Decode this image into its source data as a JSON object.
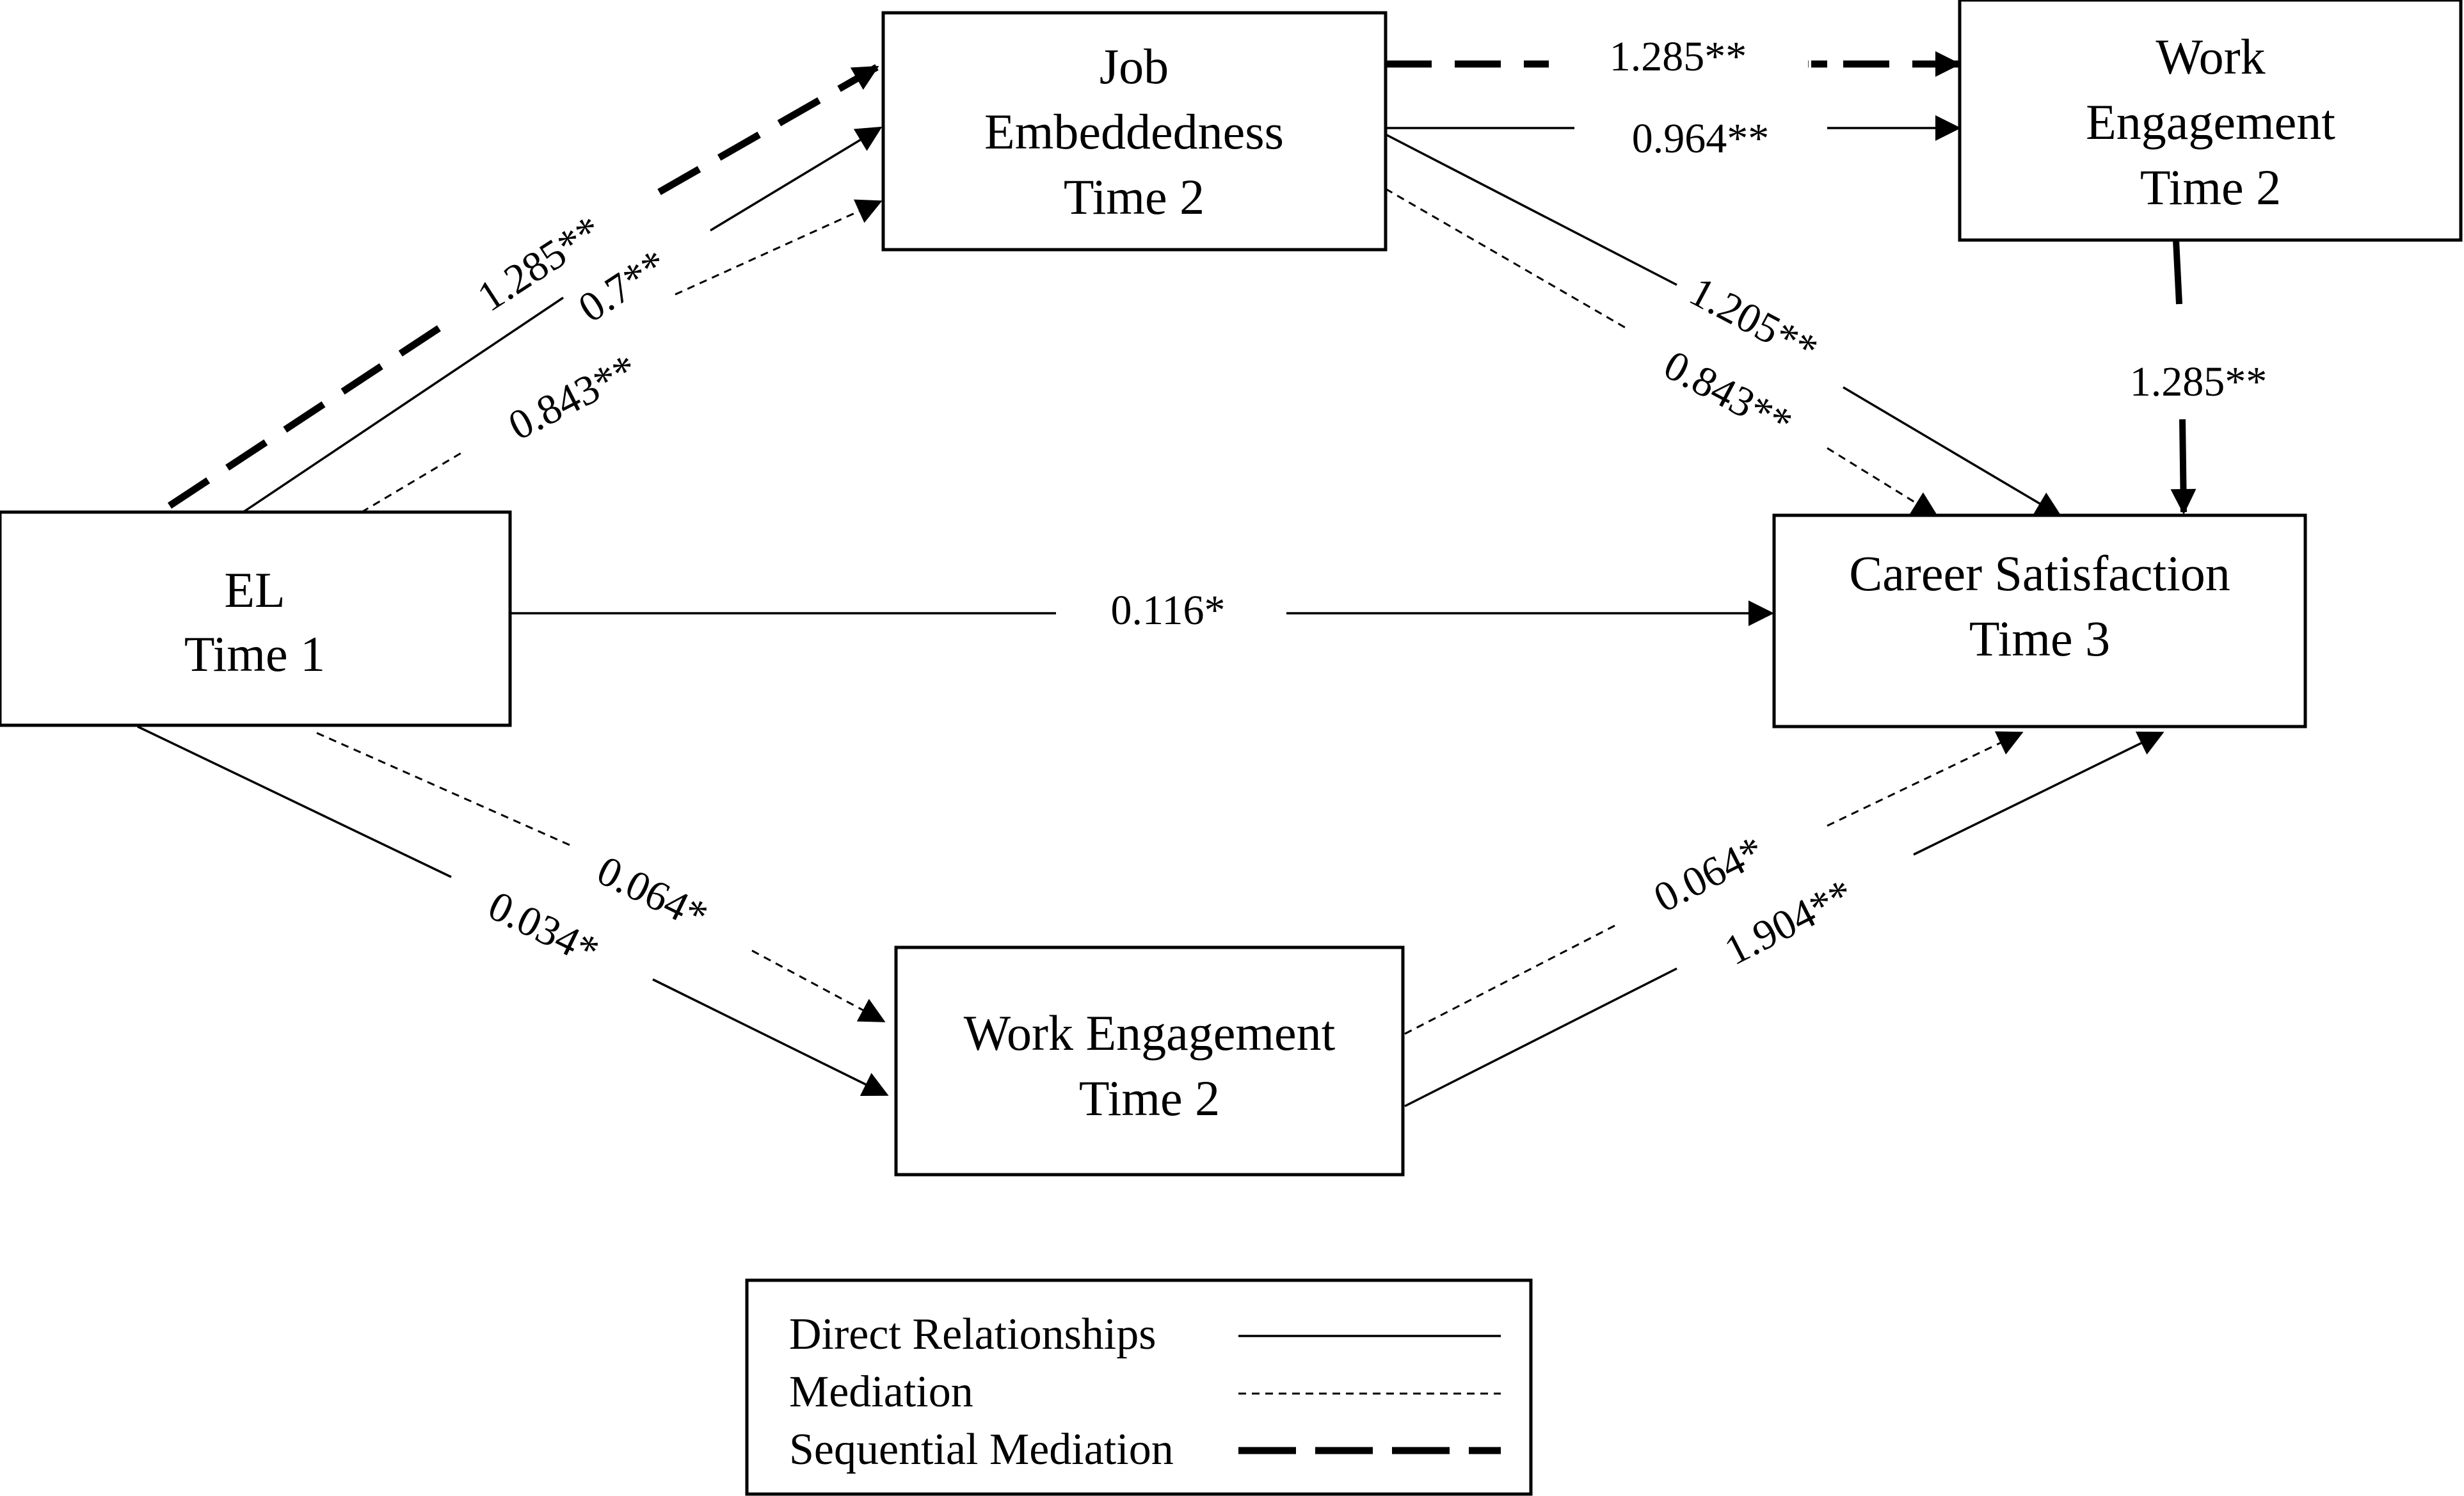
{
  "nodes": {
    "el": {
      "line1": "EL",
      "line2": "Time 1"
    },
    "job_embeddedness": {
      "line1": "Job",
      "line2": "Embeddedness",
      "line3": "Time 2"
    },
    "work_engagement_top": {
      "line1": "Work",
      "line2": "Engagement",
      "line3": "Time 2"
    },
    "career_satisfaction": {
      "line1": "Career Satisfaction",
      "line2": "Time 3"
    },
    "work_engagement_bottom": {
      "line1": "Work Engagement",
      "line2": "Time 2"
    }
  },
  "paths": {
    "el_je_sequential": "1.285**",
    "el_je_direct": "0.7**",
    "el_je_mediation": "0.843**",
    "je_we_sequential": "1.285**",
    "je_we_direct": "0.964**",
    "je_cs_direct": "1.205**",
    "je_cs_mediation": "0.843**",
    "we_cs_sequential": "1.285**",
    "el_cs_direct": "0.116*",
    "el_web_mediation": "0.064*",
    "el_web_direct": "0.034*",
    "web_cs_mediation": "0.064*",
    "web_cs_direct": "1.904**"
  },
  "legend": {
    "direct": "Direct Relationships",
    "mediation": "Mediation",
    "sequential": "Sequential Mediation"
  }
}
